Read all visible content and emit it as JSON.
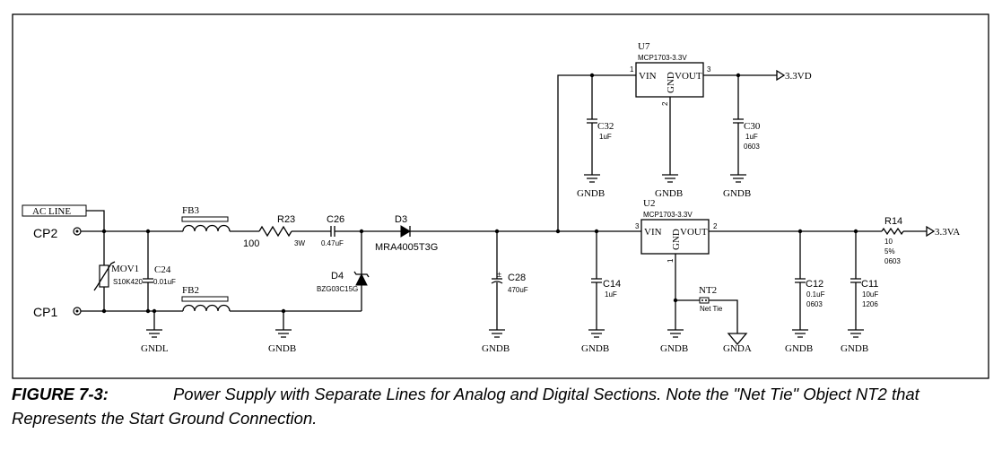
{
  "components": {
    "u7": {
      "ref": "U7",
      "part": "MCP1703-3.3V",
      "vin": "VIN",
      "vout": "VOUT",
      "gnd": "GND",
      "pin1": "1",
      "pin2": "2",
      "pin3": "3"
    },
    "u2": {
      "ref": "U2",
      "part": "MCP1703-3.3V",
      "vin": "VIN",
      "vout": "VOUT",
      "gnd": "GND",
      "pin1": "1",
      "pin2": "2",
      "pin3": "3"
    },
    "c32": {
      "ref": "C32",
      "value": "1uF"
    },
    "c30": {
      "ref": "C30",
      "value": "1uF",
      "pkg": "0603"
    },
    "c24": {
      "ref": "C24",
      "value": "0.01uF"
    },
    "c26": {
      "ref": "C26",
      "value": "0.47uF"
    },
    "c28": {
      "ref": "C28",
      "value": "470uF"
    },
    "c14": {
      "ref": "C14",
      "value": "1uF"
    },
    "c12": {
      "ref": "C12",
      "value": "0.1uF",
      "pkg": "0603"
    },
    "c11": {
      "ref": "C11",
      "value": "10uF",
      "pkg": "1206"
    },
    "r23": {
      "ref": "R23",
      "value": "100",
      "power": "3W"
    },
    "r14": {
      "ref": "R14",
      "value": "10",
      "tol": "5%",
      "pkg": "0603"
    },
    "fb3": {
      "ref": "FB3"
    },
    "fb2": {
      "ref": "FB2"
    },
    "d3": {
      "ref": "D3",
      "part": "MRA4005T3G"
    },
    "d4": {
      "ref": "D4",
      "part": "BZG03C15G"
    },
    "mov1": {
      "ref": "MOV1",
      "part": "S10K420"
    },
    "nt2": {
      "ref": "NT2",
      "part": "Net Tie"
    }
  },
  "nets": {
    "ac_line": "AC LINE",
    "cp2": "CP2",
    "cp1": "CP1",
    "v33d": "3.3VD",
    "v33a": "3.3VA",
    "gndb": "GNDB",
    "gndl": "GNDL",
    "gnda": "GNDA"
  },
  "caption": {
    "label": "FIGURE 7-3:",
    "text": "Power Supply with Separate Lines for Analog and Digital Sections. Note the \"Net Tie\" Object NT2 that Represents the Start Ground Connection."
  }
}
